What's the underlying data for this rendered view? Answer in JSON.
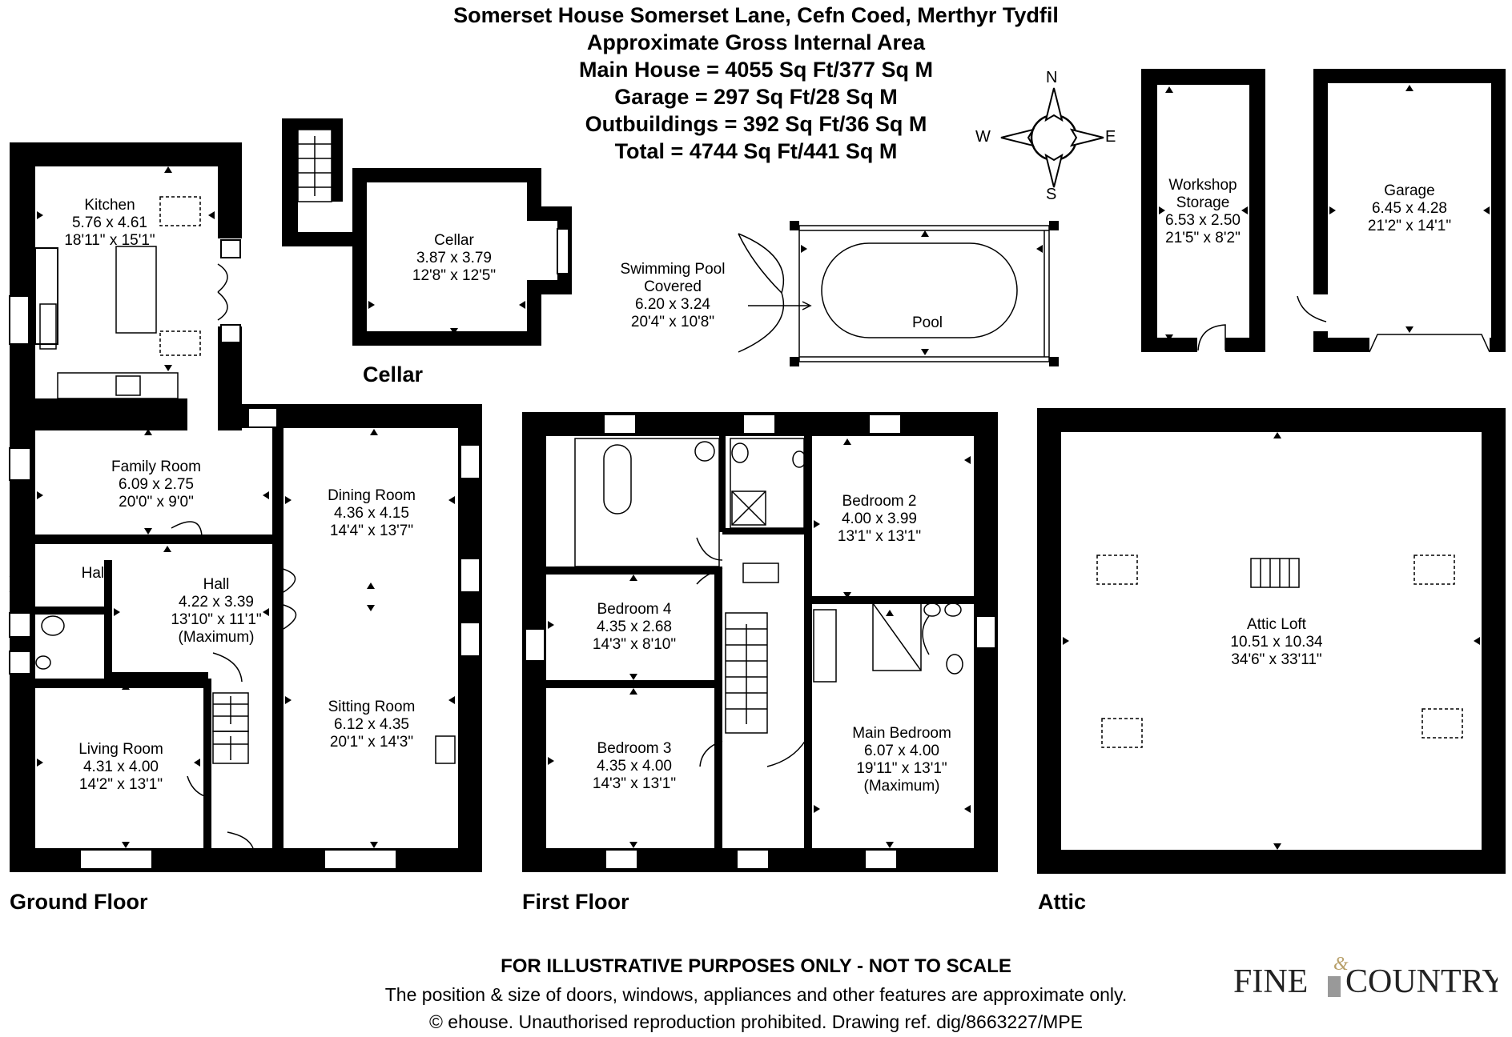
{
  "header": {
    "address": "Somerset House Somerset Lane, Cefn Coed, Merthyr Tydfil",
    "subtitle": "Approximate Gross Internal Area",
    "main_house": "Main House = 4055 Sq Ft/377 Sq M",
    "garage": "Garage = 297 Sq Ft/28 Sq M",
    "outbuildings": "Outbuildings = 392 Sq Ft/36 Sq M",
    "total": "Total = 4744 Sq Ft/441 Sq M"
  },
  "sections": {
    "cellar": "Cellar",
    "ground_floor": "Ground Floor",
    "first_floor": "First Floor",
    "attic": "Attic"
  },
  "compass": {
    "n": "N",
    "s": "S",
    "e": "E",
    "w": "W"
  },
  "rooms": {
    "kitchen": {
      "name": "Kitchen",
      "metric": "5.76 x 4.61",
      "imperial": "18'11\" x 15'1\""
    },
    "cellar": {
      "name": "Cellar",
      "metric": "3.87 x 3.79",
      "imperial": "12'8\" x 12'5\""
    },
    "pool_room": {
      "name": "Swimming Pool",
      "name2": "Covered",
      "metric": "6.20 x 3.24",
      "imperial": "20'4\" x 10'8\""
    },
    "pool": {
      "name": "Pool"
    },
    "workshop": {
      "name": "Workshop",
      "name2": "Storage",
      "metric": "6.53 x 2.50",
      "imperial": "21'5\" x 8'2\""
    },
    "garage": {
      "name": "Garage",
      "metric": "6.45 x 4.28",
      "imperial": "21'2\" x 14'1\""
    },
    "family_room": {
      "name": "Family Room",
      "metric": "6.09 x 2.75",
      "imperial": "20'0\" x 9'0\""
    },
    "dining_room": {
      "name": "Dining Room",
      "metric": "4.36 x 4.15",
      "imperial": "14'4\" x 13'7\""
    },
    "hall_small": {
      "name": "Hall"
    },
    "hall": {
      "name": "Hall",
      "metric": "4.22 x 3.39",
      "imperial": "13'10\" x 11'1\"",
      "note": "(Maximum)"
    },
    "living_room": {
      "name": "Living Room",
      "metric": "4.31 x 4.00",
      "imperial": "14'2\" x 13'1\""
    },
    "sitting_room": {
      "name": "Sitting Room",
      "metric": "6.12 x 4.35",
      "imperial": "20'1\" x 14'3\""
    },
    "bedroom2": {
      "name": "Bedroom 2",
      "metric": "4.00 x 3.99",
      "imperial": "13'1\" x 13'1\""
    },
    "bedroom4": {
      "name": "Bedroom 4",
      "metric": "4.35 x 2.68",
      "imperial": "14'3\" x 8'10\""
    },
    "bedroom3": {
      "name": "Bedroom 3",
      "metric": "4.35 x 4.00",
      "imperial": "14'3\" x 13'1\""
    },
    "main_bedroom": {
      "name": "Main Bedroom",
      "metric": "6.07 x 4.00",
      "imperial": "19'11\" x 13'1\"",
      "note": "(Maximum)"
    },
    "attic_loft": {
      "name": "Attic Loft",
      "metric": "10.51 x 10.34",
      "imperial": "34'6\" x 33'11\""
    }
  },
  "footer": {
    "disclaimer": "FOR ILLUSTRATIVE PURPOSES ONLY - NOT TO SCALE",
    "note": "The position & size of doors, windows, appliances and other features are approximate only.",
    "copyright": "© ehouse. Unauthorised reproduction prohibited. Drawing ref. dig/8663227/MPE"
  },
  "logo": {
    "word1": "FINE",
    "amp": "&",
    "word2": "COUNTRY"
  },
  "colors": {
    "wall": "#000000",
    "background": "#ffffff",
    "logo_amp": "#b8a06a"
  }
}
